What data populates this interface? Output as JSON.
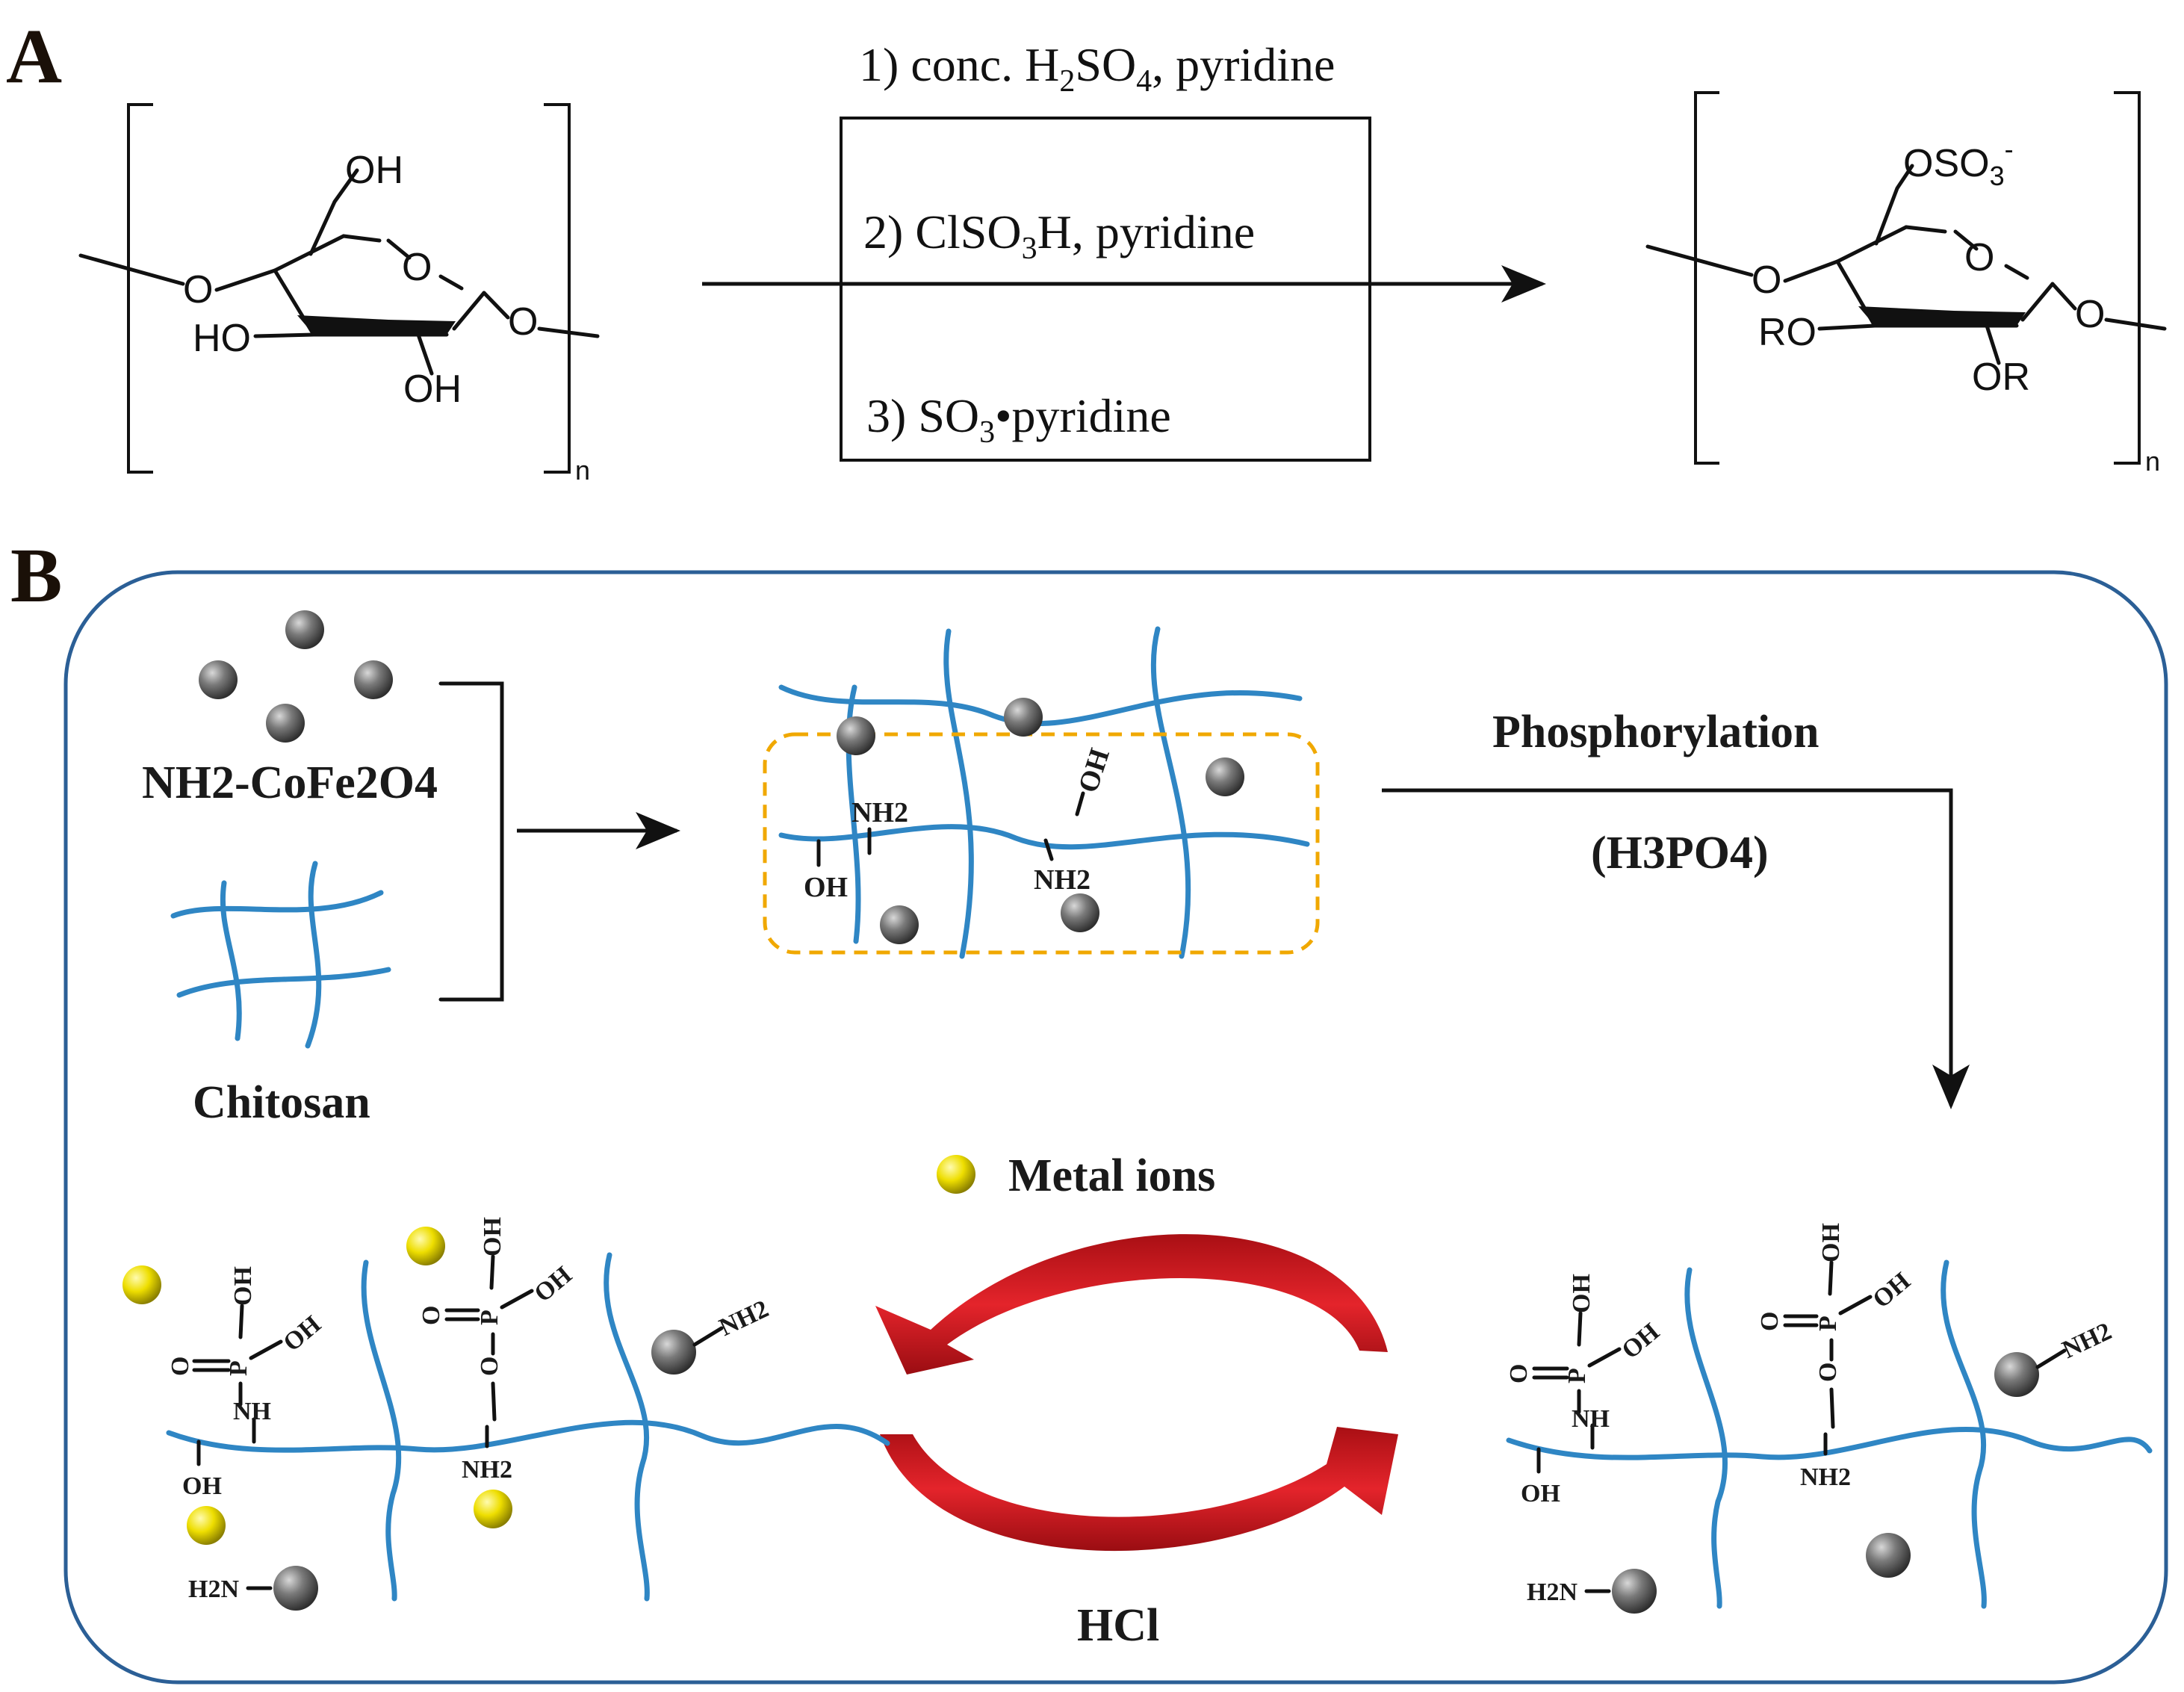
{
  "panel_a": {
    "letter": "A",
    "conditions": [
      {
        "num": "1)",
        "text": "conc. H",
        "s1": "2",
        "mid": "SO",
        "s2": "4",
        "tail": ", pyridine"
      },
      {
        "num": "2)",
        "text": "ClSO",
        "s1": "3",
        "mid": "H, pyridine",
        "s2": "",
        "tail": ""
      },
      {
        "num": "3)",
        "text": "SO",
        "s1": "3",
        "mid": "•pyridine",
        "s2": "",
        "tail": ""
      }
    ],
    "reactant": {
      "oh6": "OH",
      "ho3": "HO",
      "oh2": "OH",
      "o_ring": "O",
      "o_left": "O",
      "o_right": "O",
      "repeat": "n"
    },
    "product": {
      "oso3": "OSO",
      "oso3_sub": "3",
      "oso3_sup": "-",
      "ro": "RO",
      "or": "OR",
      "o_ring": "O",
      "o_left": "O",
      "o_right": "O",
      "repeat": "n"
    }
  },
  "panel_b": {
    "letter": "B",
    "nanoparticle_label": "NH2-CoFe2O4",
    "chitosan_label": "Chitosan",
    "step_label": "Phosphorylation",
    "reagent_label": "(H3PO4)",
    "legend_label": "Metal ions",
    "eluent_label": "HCl",
    "groups": {
      "nh2": "NH2",
      "oh": "OH",
      "o": "O",
      "p": "P",
      "nh": "NH",
      "h2n": "H2N"
    },
    "colors": {
      "fiber": "#2f86c4",
      "frame": "#2b5f96",
      "dashed_box": "#f0a800",
      "recycle_arrow": "#d0121a",
      "metal_ion": "#f0e000",
      "nanoparticle": "#6a6a6a"
    }
  }
}
